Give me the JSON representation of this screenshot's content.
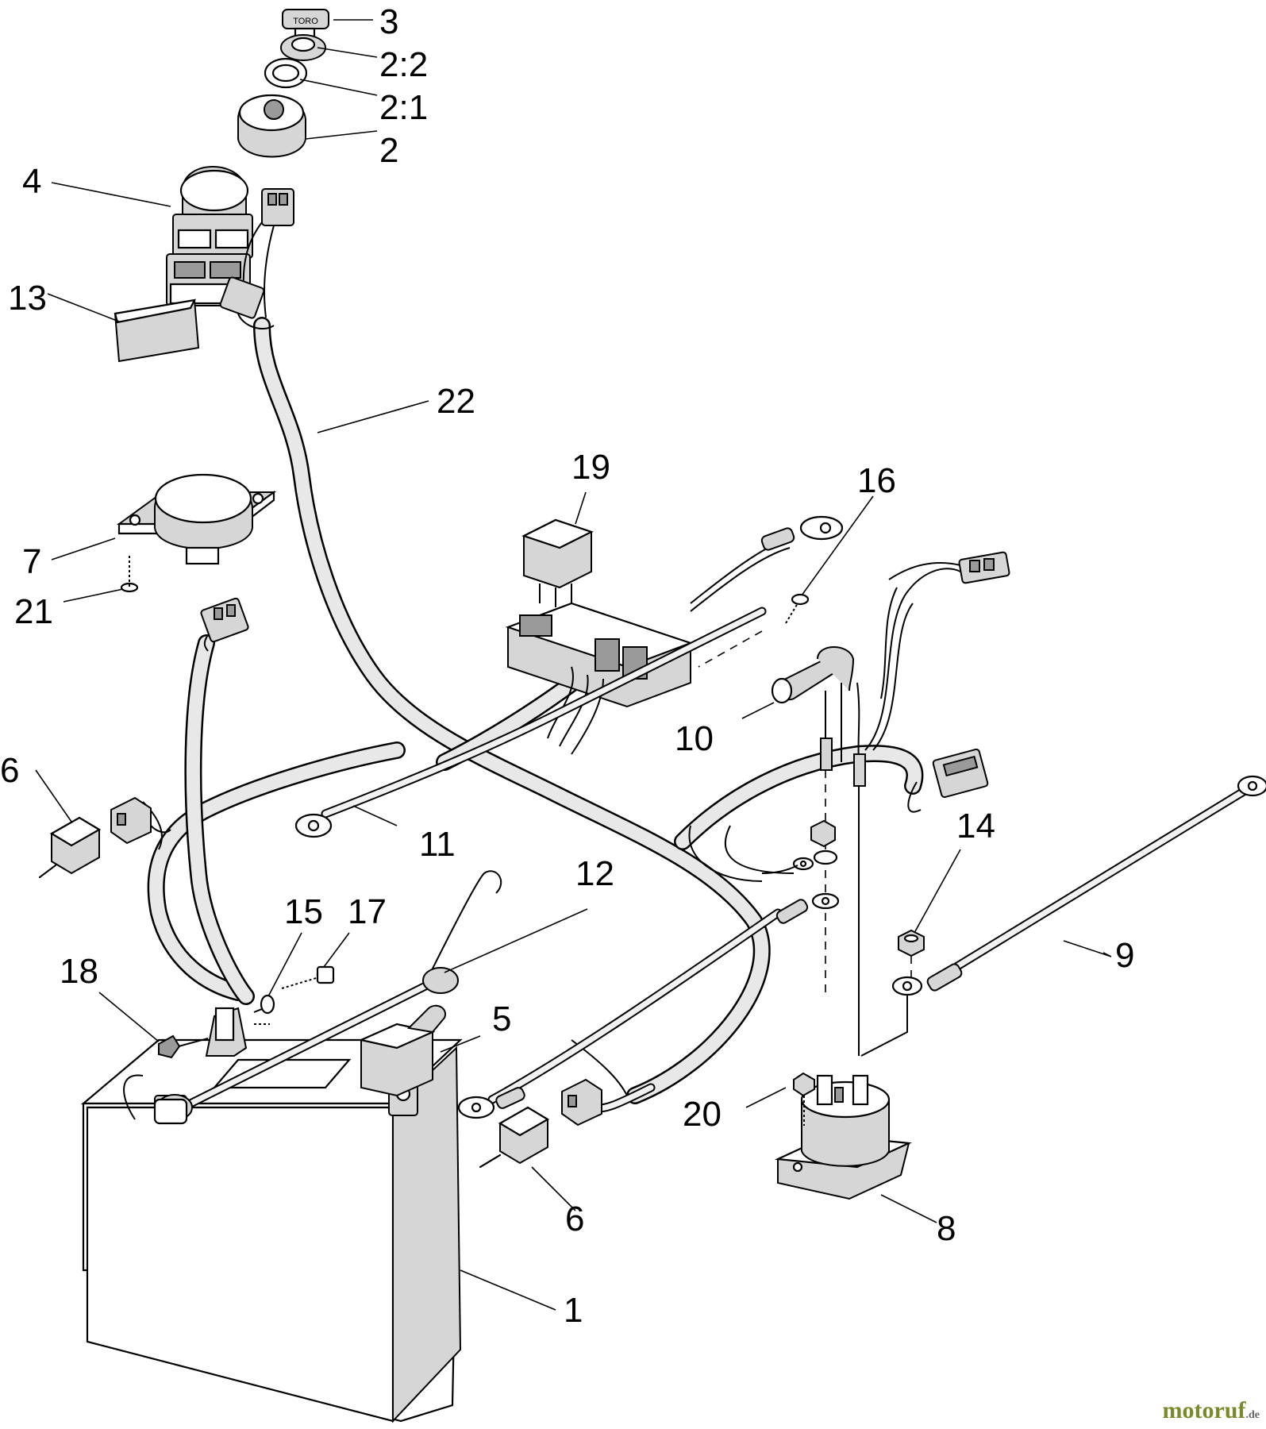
{
  "callouts": [
    {
      "id": "c1",
      "label": "1"
    },
    {
      "id": "c2",
      "label": "2"
    },
    {
      "id": "c2_1",
      "label": "2:1"
    },
    {
      "id": "c2_2",
      "label": "2:2"
    },
    {
      "id": "c3",
      "label": "3"
    },
    {
      "id": "c4",
      "label": "4"
    },
    {
      "id": "c5",
      "label": "5"
    },
    {
      "id": "c6a",
      "label": "6"
    },
    {
      "id": "c6b",
      "label": "6"
    },
    {
      "id": "c7",
      "label": "7"
    },
    {
      "id": "c8",
      "label": "8"
    },
    {
      "id": "c9",
      "label": "9"
    },
    {
      "id": "c10",
      "label": "10"
    },
    {
      "id": "c11",
      "label": "11"
    },
    {
      "id": "c12",
      "label": "12"
    },
    {
      "id": "c13",
      "label": "13"
    },
    {
      "id": "c14",
      "label": "14"
    },
    {
      "id": "c15",
      "label": "15"
    },
    {
      "id": "c16",
      "label": "16"
    },
    {
      "id": "c17",
      "label": "17"
    },
    {
      "id": "c18",
      "label": "18"
    },
    {
      "id": "c19",
      "label": "19"
    },
    {
      "id": "c20",
      "label": "20"
    },
    {
      "id": "c21",
      "label": "21"
    },
    {
      "id": "c22",
      "label": "22"
    }
  ],
  "key_label": "TORO",
  "watermark": {
    "brand": "motoruf",
    "suffix": ".de"
  },
  "colors": {
    "line": "#000000",
    "background": "#ffffff",
    "watermark": "#7a8a2a"
  }
}
